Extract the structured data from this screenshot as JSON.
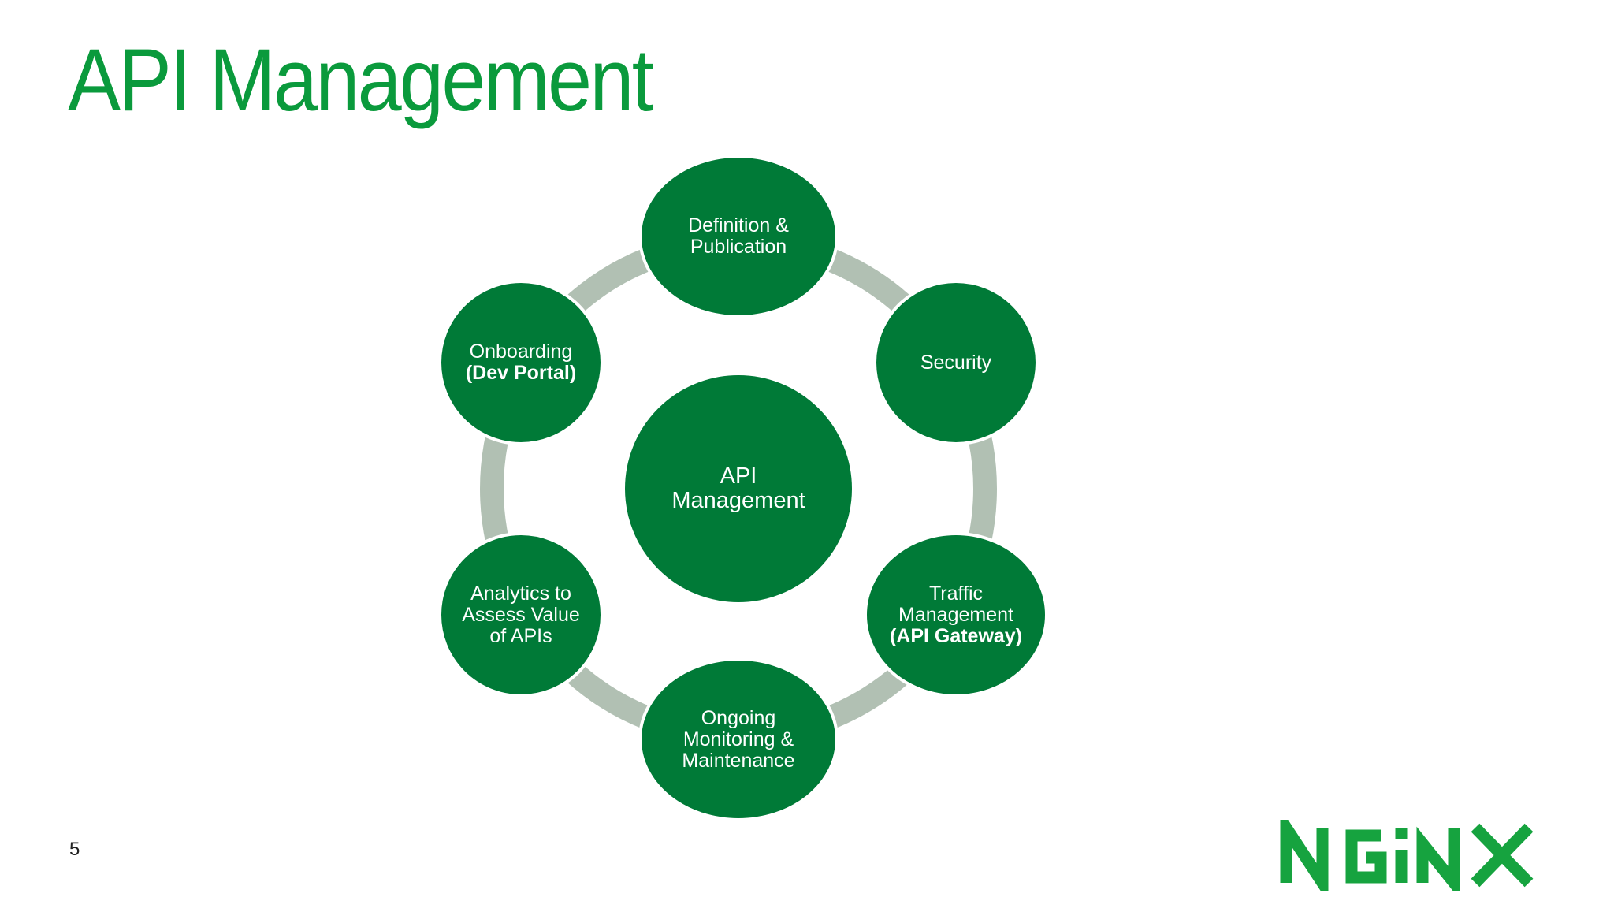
{
  "slide": {
    "title": "API Management",
    "page_number": "5"
  },
  "colors": {
    "title": "#0a9a3c",
    "node_fill": "#007a37",
    "ring": "#b1c0b3",
    "logo": "#16a33f"
  },
  "diagram": {
    "center": {
      "label": "API Management"
    },
    "nodes": [
      {
        "id": "definition",
        "lines": [
          "Definition &",
          "Publication"
        ],
        "bold": [
          false,
          false
        ]
      },
      {
        "id": "security",
        "lines": [
          "Security"
        ],
        "bold": [
          false
        ]
      },
      {
        "id": "traffic",
        "lines": [
          "Traffic",
          "Management",
          "(API Gateway)"
        ],
        "bold": [
          false,
          false,
          true
        ]
      },
      {
        "id": "monitoring",
        "lines": [
          "Ongoing",
          "Monitoring &",
          "Maintenance"
        ],
        "bold": [
          false,
          false,
          false
        ]
      },
      {
        "id": "analytics",
        "lines": [
          "Analytics to",
          "Assess Value",
          "of APIs"
        ],
        "bold": [
          false,
          false,
          false
        ]
      },
      {
        "id": "onboarding",
        "lines": [
          "Onboarding",
          "(Dev Portal)"
        ],
        "bold": [
          false,
          true
        ]
      }
    ]
  },
  "logo": {
    "text": "NGINX"
  }
}
